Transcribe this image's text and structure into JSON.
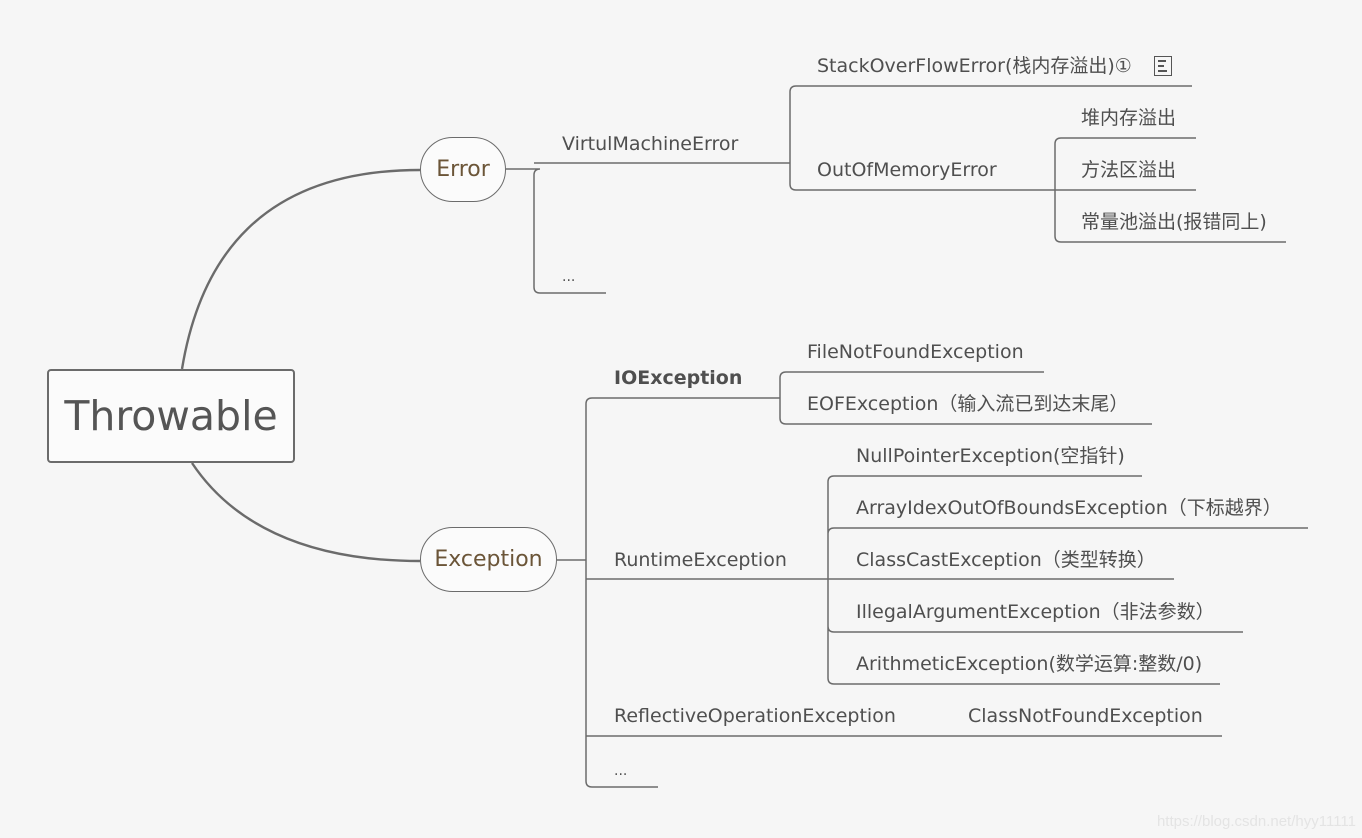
{
  "root": {
    "label": "Throwable"
  },
  "error": {
    "label": "Error",
    "virtual_machine_error": {
      "label": "VirtulMachineError",
      "stack_overflow": "StackOverFlowError(栈内存溢出)①",
      "out_of_memory": {
        "label": "OutOfMemoryError",
        "children": [
          "堆内存溢出",
          "方法区溢出",
          "常量池溢出(报错同上)"
        ]
      }
    },
    "ellipsis": "..."
  },
  "exception": {
    "label": "Exception",
    "io_exception": {
      "label": "IOException",
      "children": [
        "FileNotFoundException",
        "EOFException（输入流已到达末尾）"
      ]
    },
    "runtime_exception": {
      "label": "RuntimeException",
      "children": [
        "NullPointerException(空指针)",
        "ArrayIdexOutOfBoundsException（下标越界）",
        "ClassCastException（类型转换）",
        "IllegalArgumentException（非法参数）",
        "ArithmeticException(数学运算:整数/0)"
      ]
    },
    "reflective_operation_exception": {
      "label": "ReflectiveOperationException",
      "children": [
        "ClassNotFoundException"
      ]
    },
    "ellipsis": "..."
  },
  "note_icon": "note-icon",
  "watermark": "https://blog.csdn.net/hyy11111",
  "colors": {
    "line": "#6b6b6b",
    "text": "#4f4f4f",
    "category_text": "#6b5538",
    "background": "#f6f6f6"
  }
}
